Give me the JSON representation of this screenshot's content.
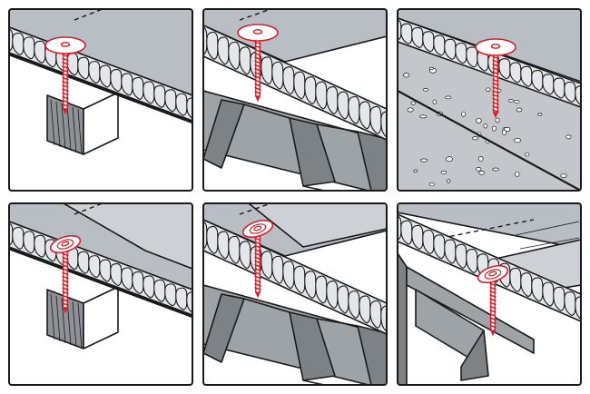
{
  "colors": {
    "membrane": "#b9bec4",
    "membrane_light": "#cdd1d5",
    "insulation": "#e4e6e9",
    "concrete": "#c3c6ca",
    "steel": "#9ea3a8",
    "steel_dark": "#7d8287",
    "wood": "#8e9297",
    "outline": "#1a1a1a",
    "fastener": "#d4202a",
    "washer_fill": "#ffffff"
  },
  "panels": [
    {
      "substrate": "timber",
      "fastener": "washer-above-membrane"
    },
    {
      "substrate": "steel-deck",
      "fastener": "washer-above-membrane"
    },
    {
      "substrate": "concrete",
      "fastener": "washer-above-membrane"
    },
    {
      "substrate": "timber",
      "fastener": "washer-under-membrane"
    },
    {
      "substrate": "steel-deck",
      "fastener": "washer-under-membrane"
    },
    {
      "substrate": "steel-purlin",
      "fastener": "washer-under-membrane"
    }
  ]
}
